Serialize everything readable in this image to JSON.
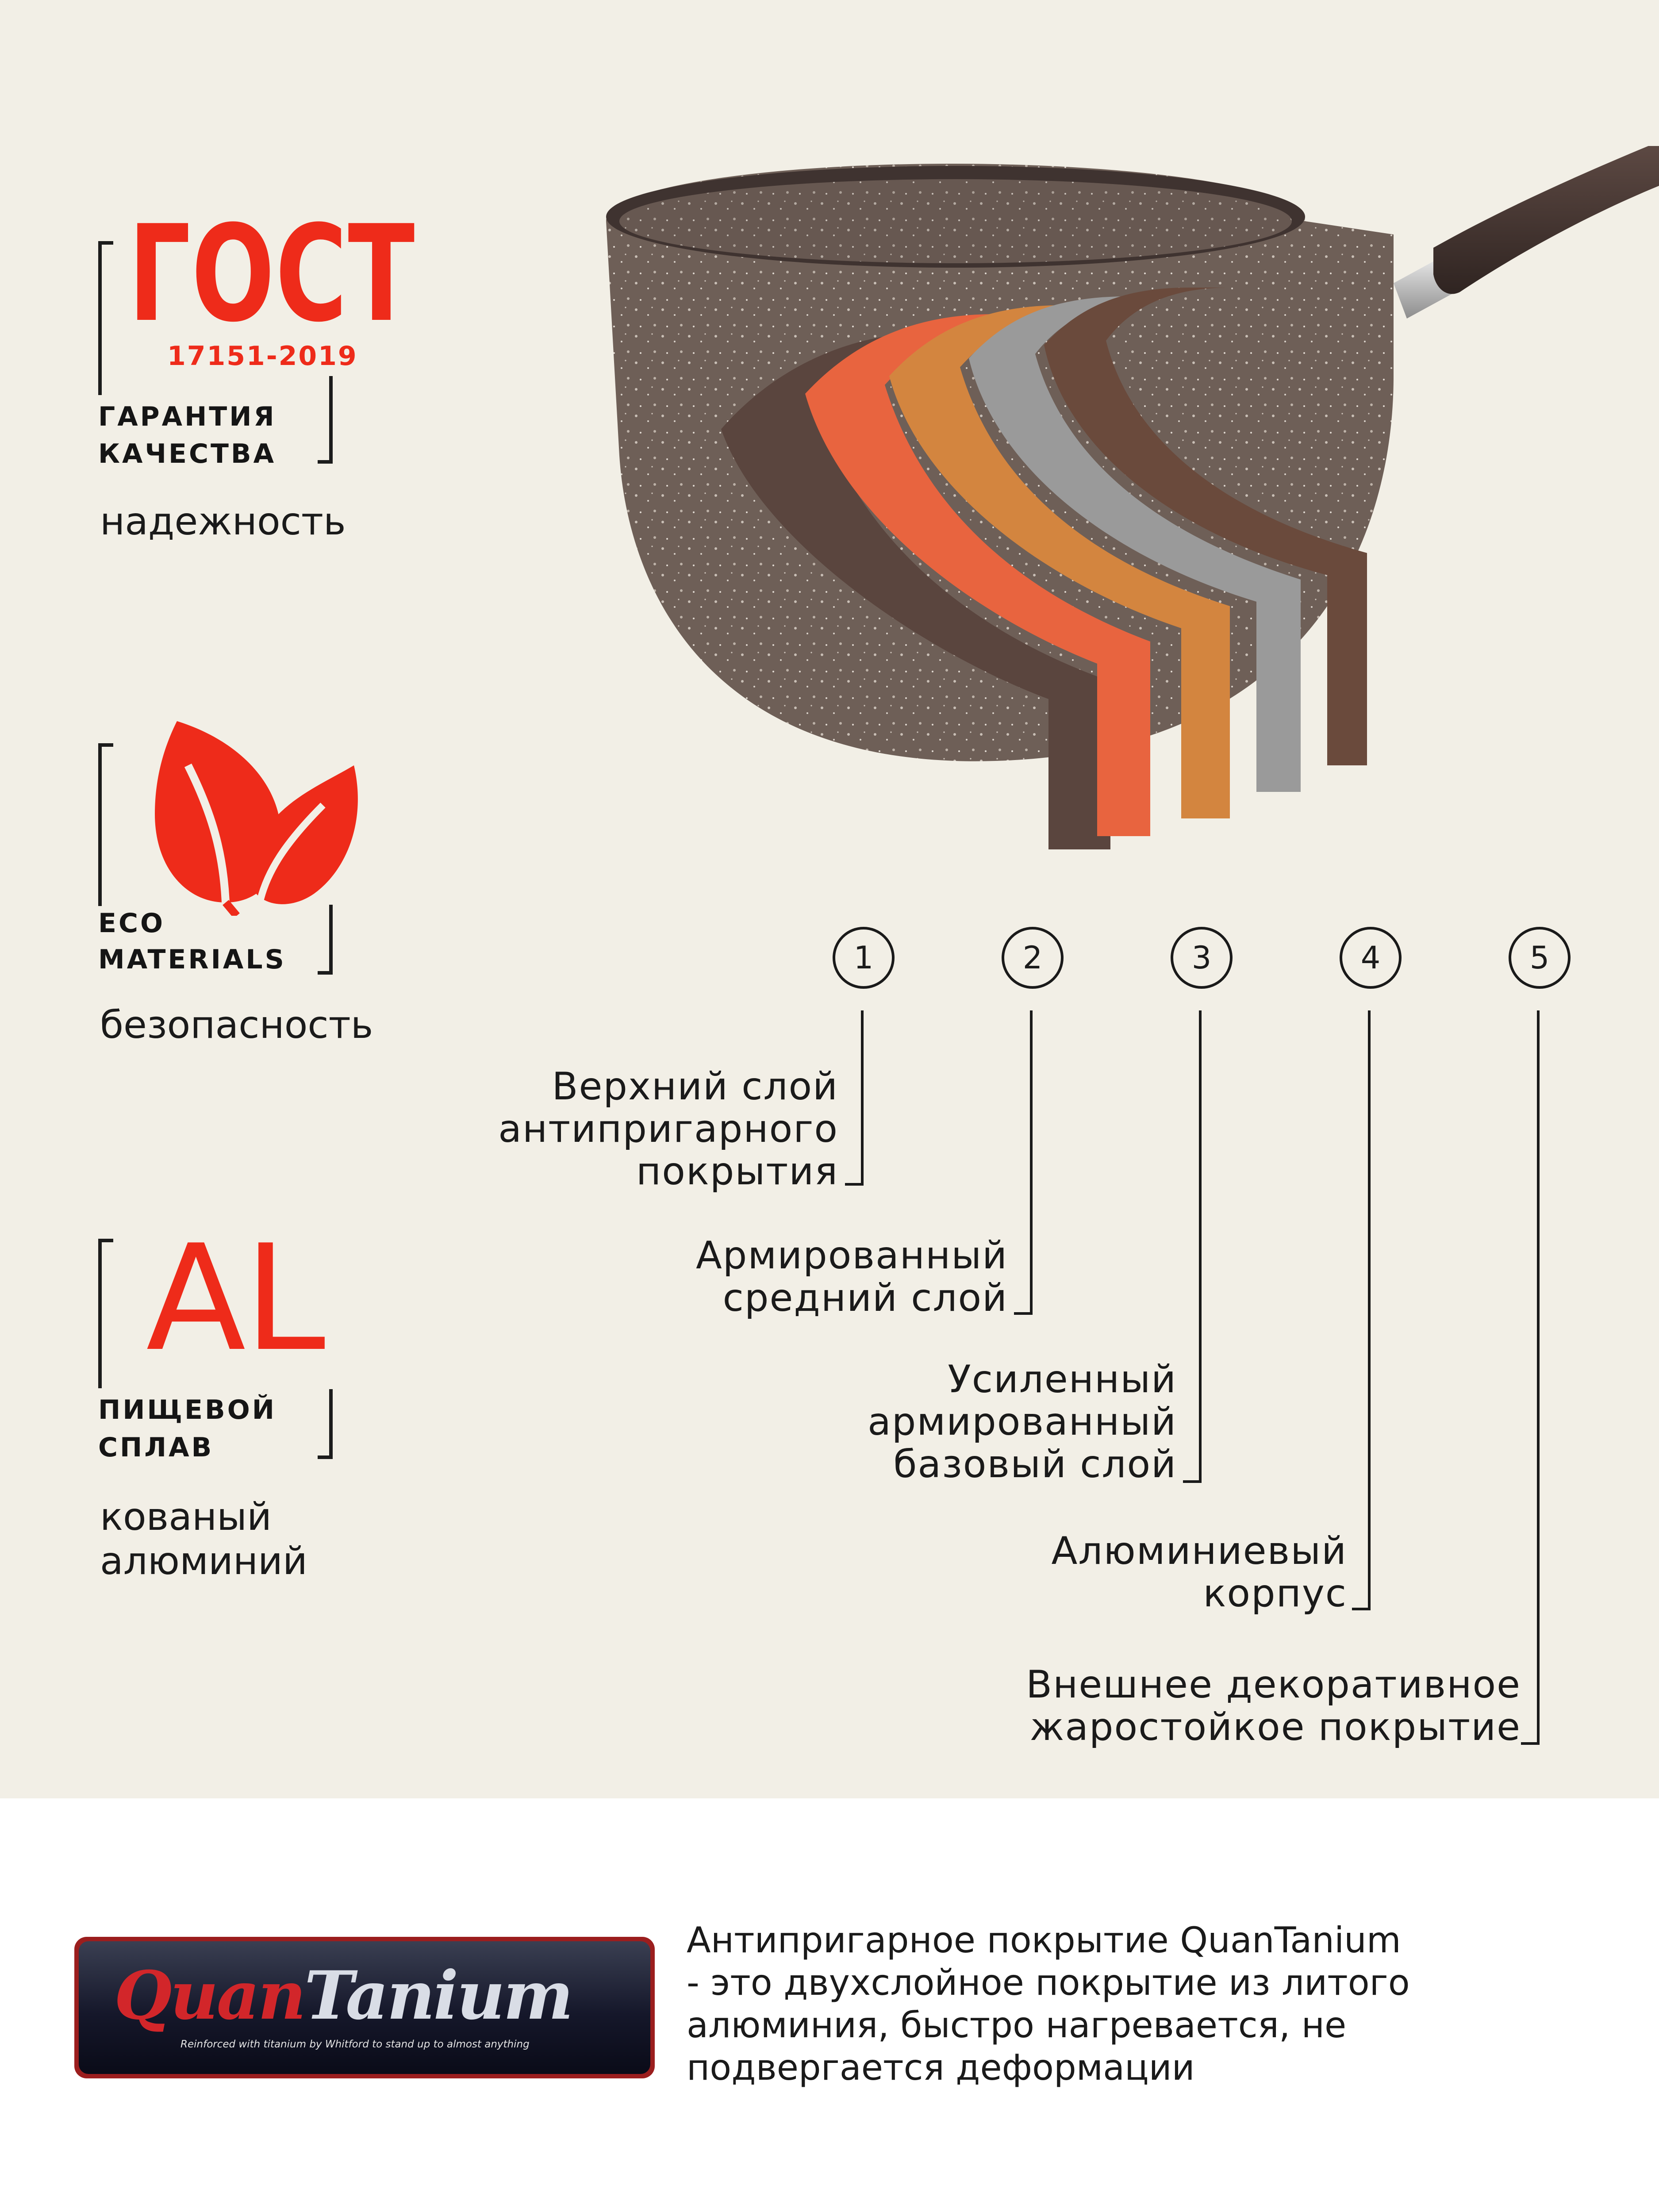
{
  "badges": {
    "gost": {
      "title": "ГОСТ",
      "number": "17151-2019",
      "line1": "ГАРАНТИЯ",
      "line2": "КАЧЕСТВА",
      "caption": "надежность"
    },
    "eco": {
      "icon": "leaf-icon",
      "line1": "ECO",
      "line2": "MATERIALS",
      "caption": "безопасность"
    },
    "al": {
      "title": "AL",
      "line1": "ПИЩЕВОЙ",
      "line2": "СПЛАВ",
      "caption_line1": "кованый",
      "caption_line2": "алюминий"
    }
  },
  "layers": [
    {
      "num": "1",
      "lines": [
        "Верхний  слой",
        "антипригарного",
        "покрытия"
      ]
    },
    {
      "num": "2",
      "lines": [
        "Армированный",
        "средний слой"
      ]
    },
    {
      "num": "3",
      "lines": [
        "Усиленный",
        "армированный",
        "базовый слой"
      ]
    },
    {
      "num": "4",
      "lines": [
        "Алюминиевый",
        "корпус"
      ]
    },
    {
      "num": "5",
      "lines": [
        "Внешнее декоративное",
        "жаростойкое покрытие"
      ]
    }
  ],
  "logo": {
    "brand_part1": "Quan",
    "brand_part2": "Tanium",
    "tagline": "Reinforced with titanium by Whitford to stand up to almost anything"
  },
  "description": {
    "lines": [
      "Антипригарное покрытие QuanTanium",
      "- это двухслойное покрытие из литого",
      "алюминия, быстро нагревается, не",
      "подвергается деформации"
    ]
  },
  "colors": {
    "accent_red": "#ee2b1a",
    "pan_brown": "#6b5a52",
    "layer_orange": "#e8643f",
    "layer_amber": "#d3853f",
    "layer_gray": "#9a9a9a",
    "layer_brown": "#6a4a3c"
  }
}
